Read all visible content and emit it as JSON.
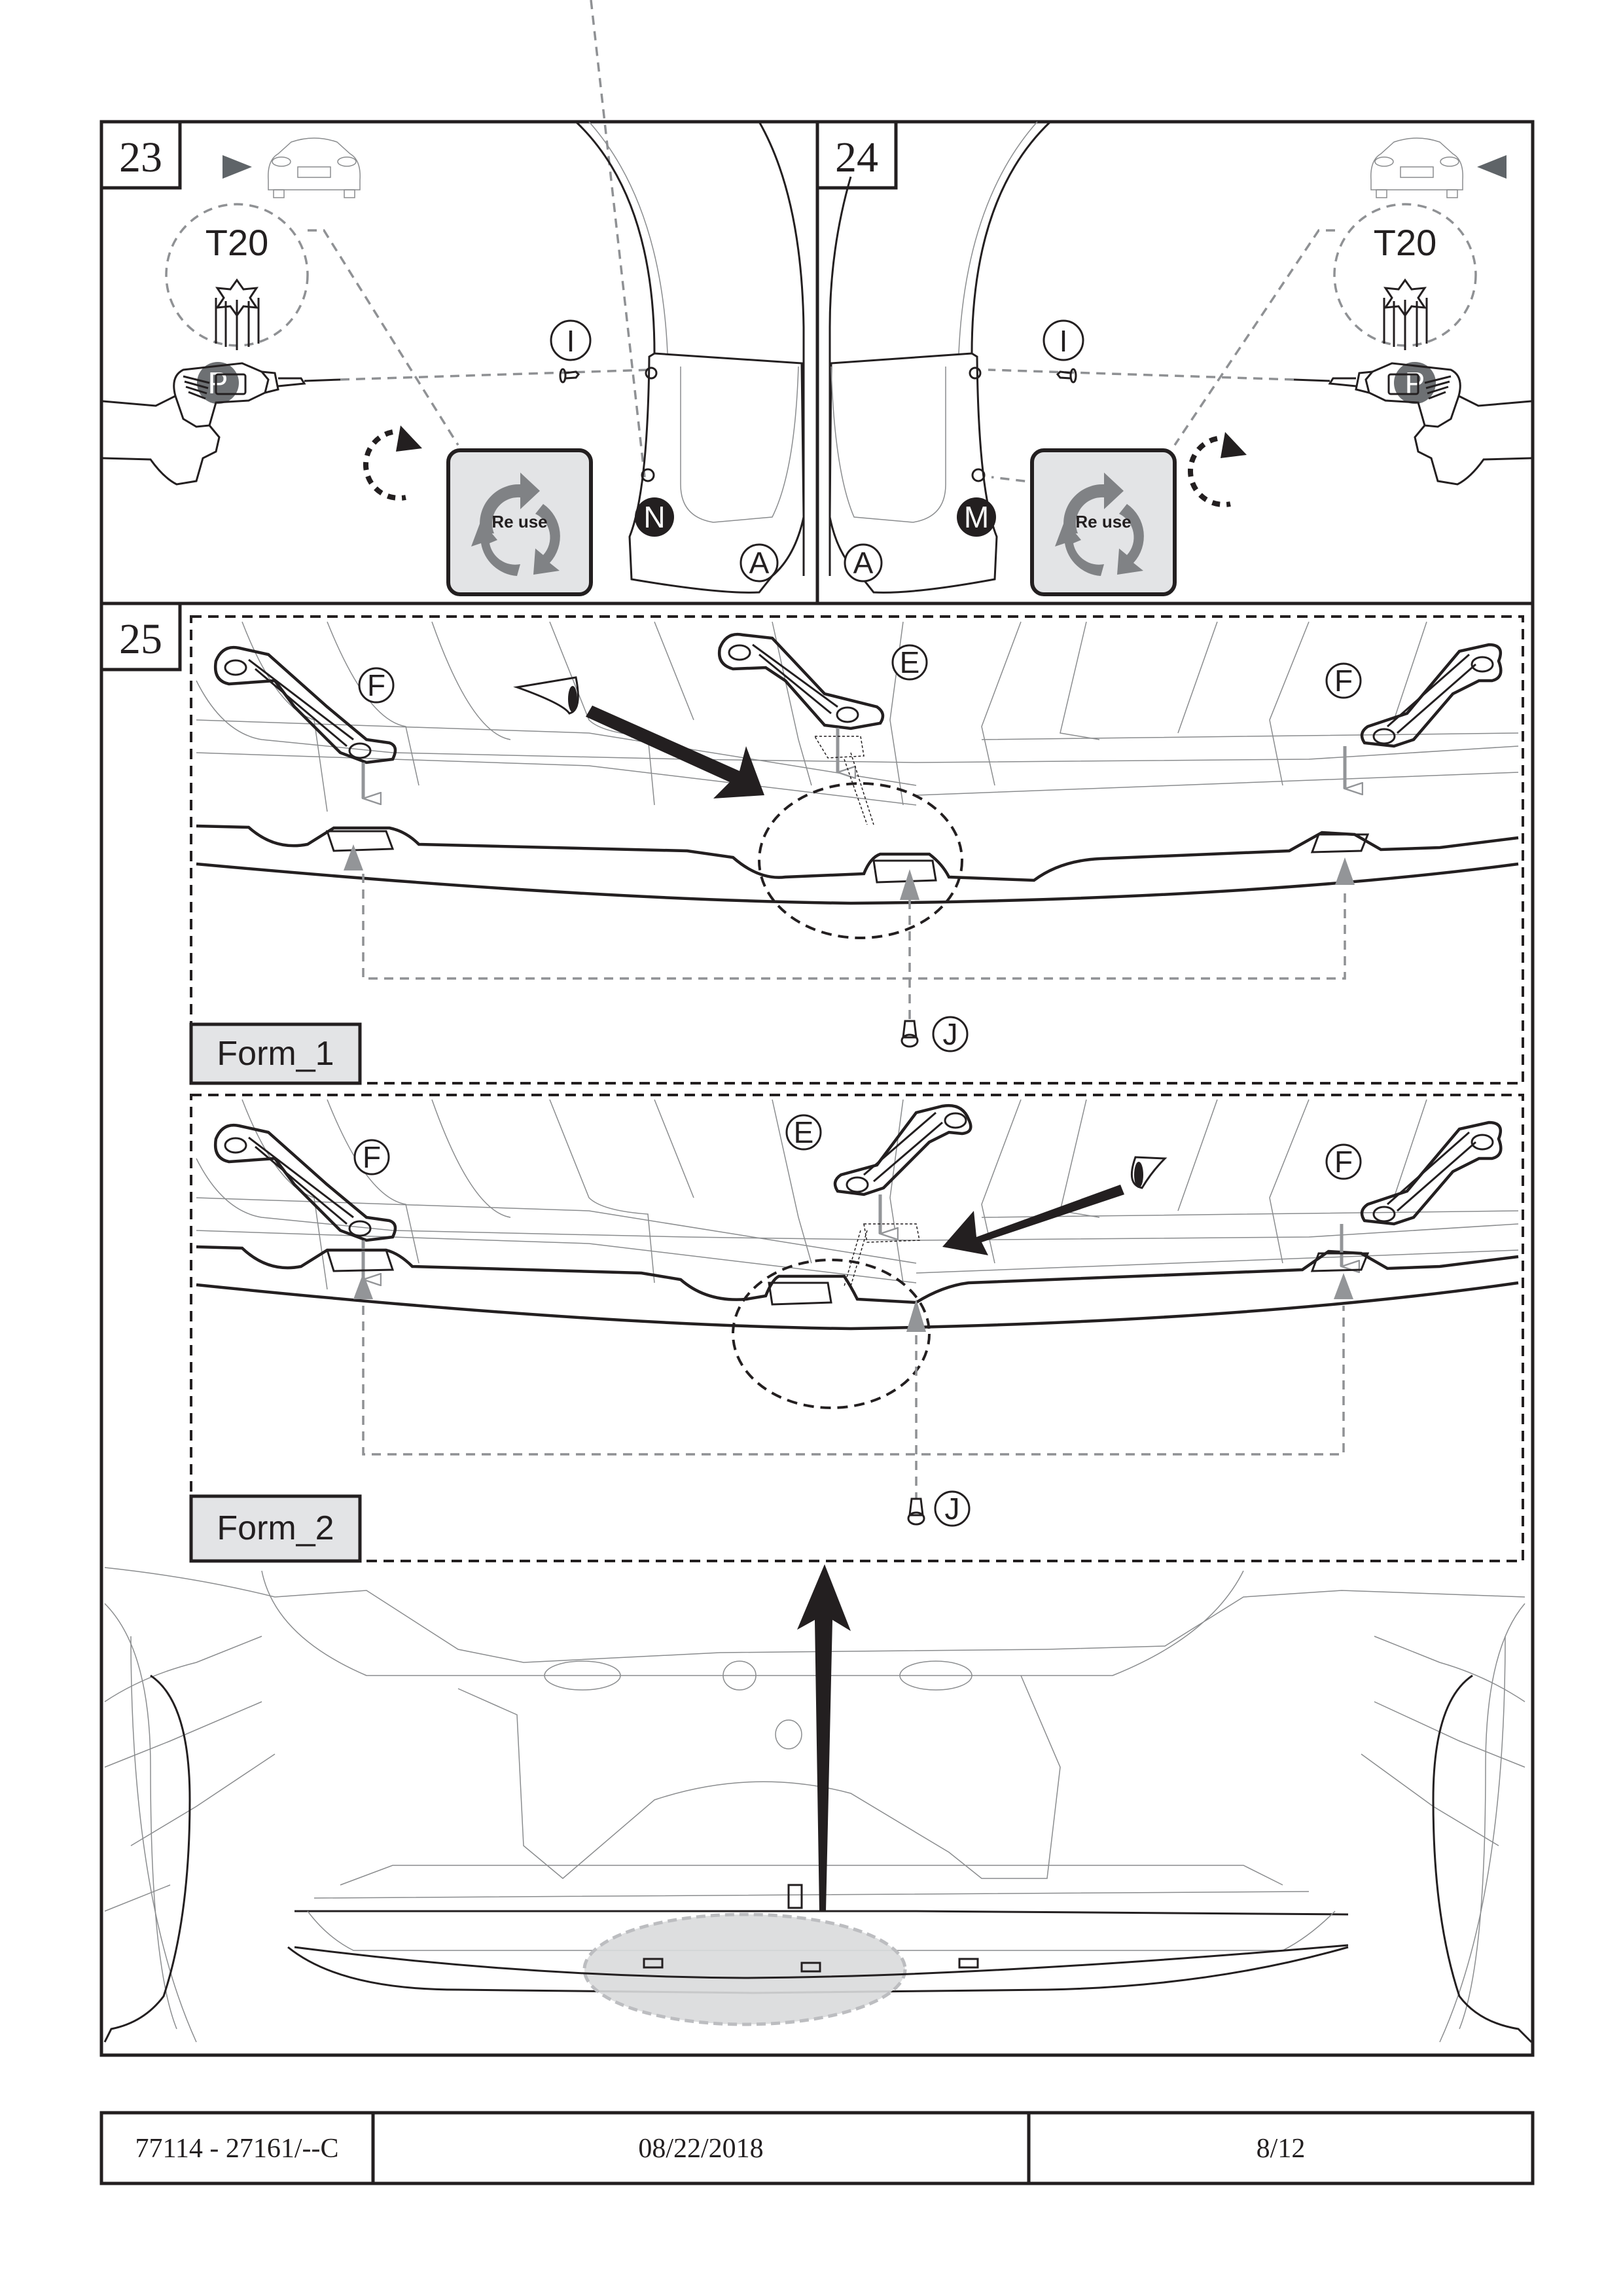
{
  "document": {
    "type": "installation-instructions-page",
    "steps": [
      {
        "number": "23",
        "view_direction_icon": "car-front-view-arrow-right",
        "tool_label": "T20",
        "tool_icon": "torx-bit-icon",
        "power_tool_badge": "P",
        "rotation_icon": "counter-clockwise-rotate-icon",
        "reuse_label": "Re use",
        "part_callouts": {
          "screw": "I",
          "clip": "N",
          "part": "A"
        }
      },
      {
        "number": "24",
        "view_direction_icon": "car-front-view-arrow-left",
        "tool_label": "T20",
        "tool_icon": "torx-bit-icon",
        "power_tool_badge": "P",
        "rotation_icon": "counter-clockwise-rotate-icon",
        "reuse_label": "Re use",
        "part_callouts": {
          "screw": "I",
          "clip": "M",
          "part": "A"
        }
      },
      {
        "number": "25",
        "forms": [
          {
            "label": "Form_1",
            "callouts": {
              "bracket_left": "F",
              "bracket_center": "E",
              "bracket_right": "F",
              "fastener": "J"
            }
          },
          {
            "label": "Form_2",
            "callouts": {
              "bracket_left": "F",
              "bracket_center": "E",
              "bracket_right": "F",
              "fastener": "J"
            }
          }
        ]
      }
    ]
  },
  "footer": {
    "part_number": "77114 - 27161/--C",
    "date": "08/22/2018",
    "page": "8/12"
  },
  "colors": {
    "ink": "#231f20",
    "badge_gray": "#6d7073",
    "reuse_fill": "#e3e4e6",
    "reuse_arrows": "#808285",
    "highlight": "#d9dadc",
    "guide_gray": "#939598"
  }
}
